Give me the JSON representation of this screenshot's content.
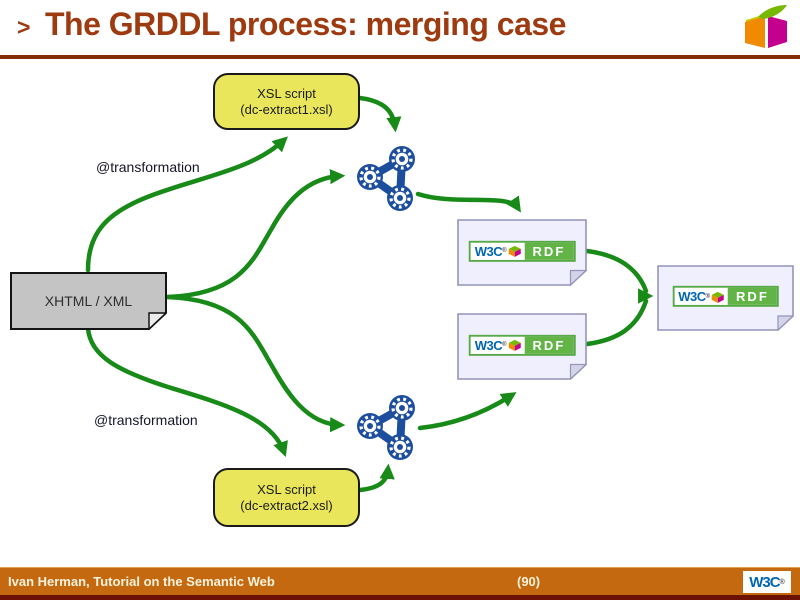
{
  "header": {
    "bullet": ">",
    "title": "The GRDDL process: merging case"
  },
  "diagram": {
    "source_label": "XHTML / XML",
    "transformation_label_top": "@transformation",
    "transformation_label_bottom": "@transformation",
    "xsl_top_line1": "XSL script",
    "xsl_top_line2": "(dc-extract1.xsl)",
    "xsl_bottom_line1": "XSL script",
    "xsl_bottom_line2": "(dc-extract2.xsl)",
    "logo_w3c": "W3C",
    "logo_mark": "®",
    "logo_rdf": "RDF"
  },
  "footer": {
    "credit": "Ivan Herman, Tutorial on the Semantic Web",
    "page_number": "(90)",
    "w3c": "W3C",
    "w3c_mark": "®"
  },
  "icons": {
    "cube": "semantic-web-cube-icon",
    "molecule": "rdf-molecule-icon",
    "w3c_badge": "w3c-logo"
  },
  "colors": {
    "title_accent": "#9E3A10",
    "header_rule": "#822D05",
    "arrow_green": "#178A17",
    "molecule_blue": "#1D4E9E",
    "xsl_box_yellow": "#E9E65B",
    "doc_fill": "#EFEFFD",
    "rdf_green": "#62B447",
    "w3c_blue": "#0066B3",
    "footer_orange": "#C4690F",
    "footer_strip_maroon": "#6B1202"
  }
}
